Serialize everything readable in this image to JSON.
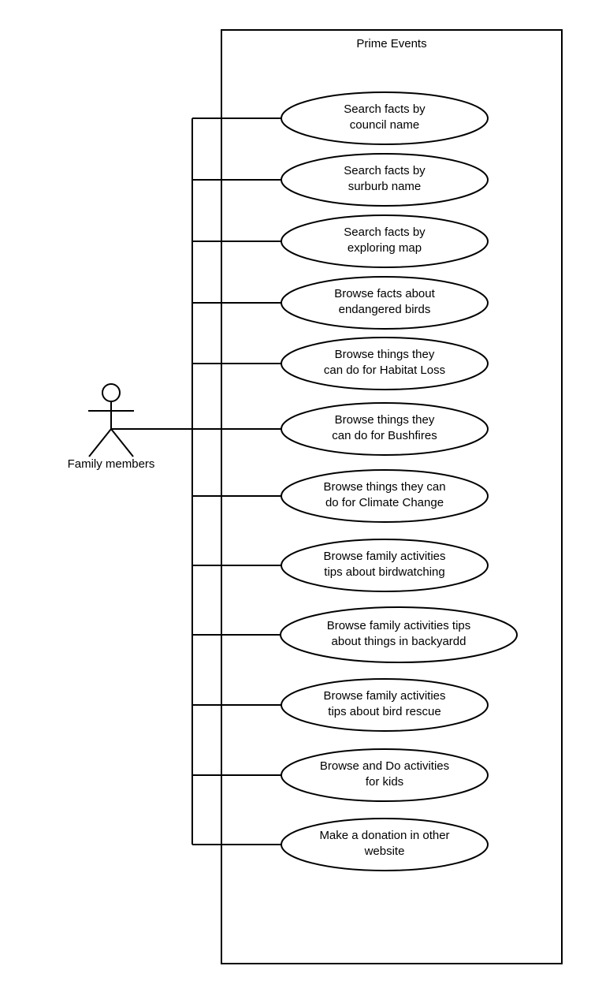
{
  "system": {
    "title": "Prime Events"
  },
  "actor": {
    "label": "Family members"
  },
  "use_cases": [
    {
      "line1": "Search facts by",
      "line2": "council name"
    },
    {
      "line1": "Search facts by",
      "line2": "surburb name"
    },
    {
      "line1": "Search facts by",
      "line2": "exploring map"
    },
    {
      "line1": "Browse facts about",
      "line2": "endangered birds"
    },
    {
      "line1": "Browse things they",
      "line2": "can do for Habitat Loss"
    },
    {
      "line1": "Browse things they",
      "line2": "can do for Bushfires"
    },
    {
      "line1": "Browse things they can",
      "line2": "do for Climate Change"
    },
    {
      "line1": "Browse family activities",
      "line2": "tips about birdwatching"
    },
    {
      "line1": "Browse family activities tips",
      "line2": "about things in backyardd"
    },
    {
      "line1": "Browse family activities",
      "line2": "tips about bird rescue"
    },
    {
      "line1": "Browse and Do activities",
      "line2": "for kids"
    },
    {
      "line1": "Make a donation in other",
      "line2": "website"
    }
  ]
}
